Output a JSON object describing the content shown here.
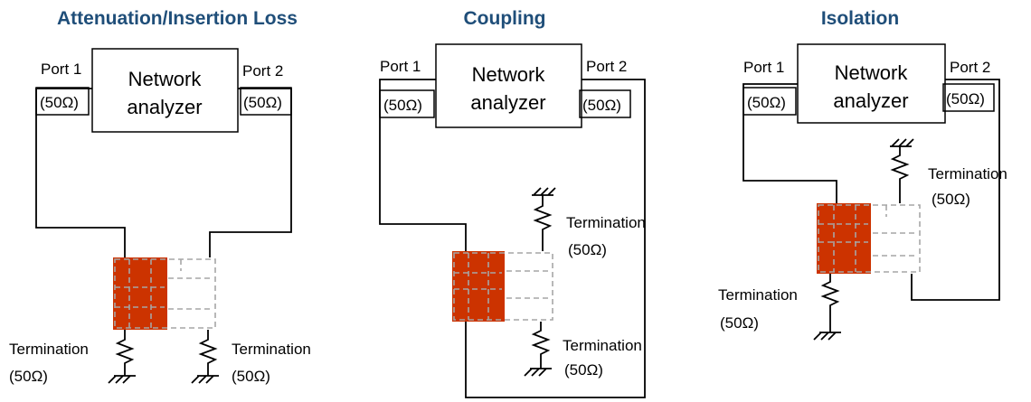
{
  "colors": {
    "title": "#1f4e79",
    "component_fill": "#cc3300",
    "dashed_outline": "#a6a6a6",
    "wire": "#000000"
  },
  "panels": [
    {
      "title": "Attenuation/Insertion Loss",
      "analyzer_line1": "Network",
      "analyzer_line2": "analyzer",
      "port1": "Port 1",
      "port1_impedance": "(50Ω)",
      "port2": "Port 2",
      "port2_impedance": "(50Ω)",
      "termination_left": "Termination",
      "termination_left_impedance": "(50Ω)",
      "termination_right": "Termination",
      "termination_right_impedance": "(50Ω)"
    },
    {
      "title": "Coupling",
      "analyzer_line1": "Network",
      "analyzer_line2": "analyzer",
      "port1": "Port 1",
      "port1_impedance": "(50Ω)",
      "port2": "Port 2",
      "port2_impedance": "(50Ω)",
      "termination_top": "Termination",
      "termination_top_impedance": "(50Ω)",
      "termination_bottom": "Termination",
      "termination_bottom_impedance": "(50Ω)"
    },
    {
      "title": "Isolation",
      "analyzer_line1": "Network",
      "analyzer_line2": "analyzer",
      "port1": "Port 1",
      "port1_impedance": "(50Ω)",
      "port2": "Port 2",
      "port2_impedance": "(50Ω)",
      "termination_top": "Termination",
      "termination_top_impedance": "(50Ω)",
      "termination_left": "Termination",
      "termination_left_impedance": "(50Ω)"
    }
  ]
}
